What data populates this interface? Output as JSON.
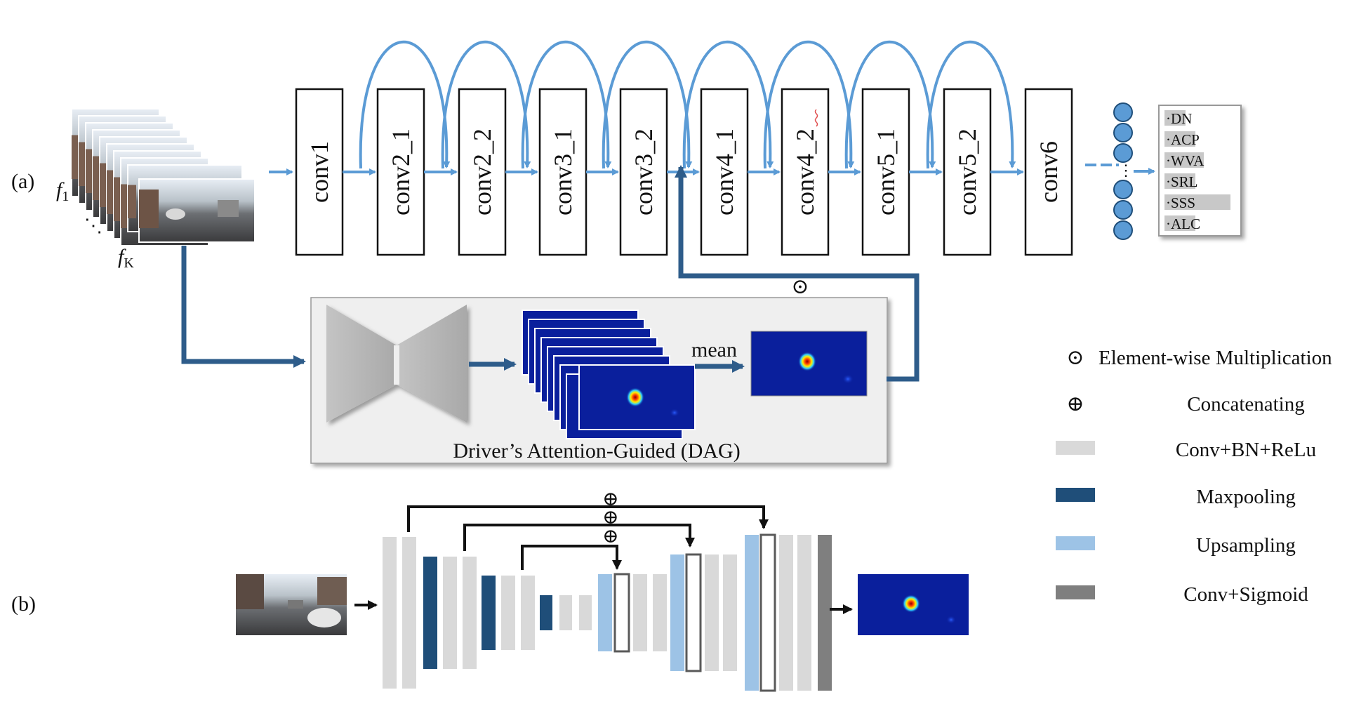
{
  "panel_a": {
    "label": "(a)",
    "frame_first": "f",
    "frame_first_sub": "1",
    "frame_last": "f",
    "frame_last_sub": "K",
    "frame_dots": "⋱",
    "conv_layers": [
      "conv1",
      "conv2_1",
      "conv2_2",
      "conv3_1",
      "conv3_2",
      "conv4_1",
      "conv4_2",
      "conv5_1",
      "conv5_2",
      "conv6"
    ],
    "output_classes": [
      "·DN",
      "·ACP",
      "·WVA",
      "·SRL",
      "·SSS",
      "·ALC"
    ],
    "dag_caption": "Driver’s Attention-Guided (DAG)",
    "mean_label": "mean",
    "multiply_symbol": "⊙"
  },
  "panel_b": {
    "label": "(b)",
    "concat_symbol": "⊕"
  },
  "legend": [
    {
      "symbol": "⊙",
      "label": "Element-wise Multiplication"
    },
    {
      "symbol": "⊕",
      "label": "Concatenating"
    },
    {
      "color": "#d9d9d9",
      "label": "Conv+BN+ReLu"
    },
    {
      "color": "#1f4e79",
      "label": "Maxpooling"
    },
    {
      "color": "#9dc3e6",
      "label": "Upsampling"
    },
    {
      "color": "#7f7f7f",
      "label": "Conv+Sigmoid"
    }
  ],
  "colors": {
    "conv_light": "#d9d9d9",
    "maxpool": "#1f4e79",
    "upsample": "#9dc3e6",
    "sigmoid": "#7f7f7f",
    "skip_arrow": "#5b9bd5",
    "dag_arrow": "#2e5c8a",
    "heatmap_bg": "#0a1f9c"
  }
}
